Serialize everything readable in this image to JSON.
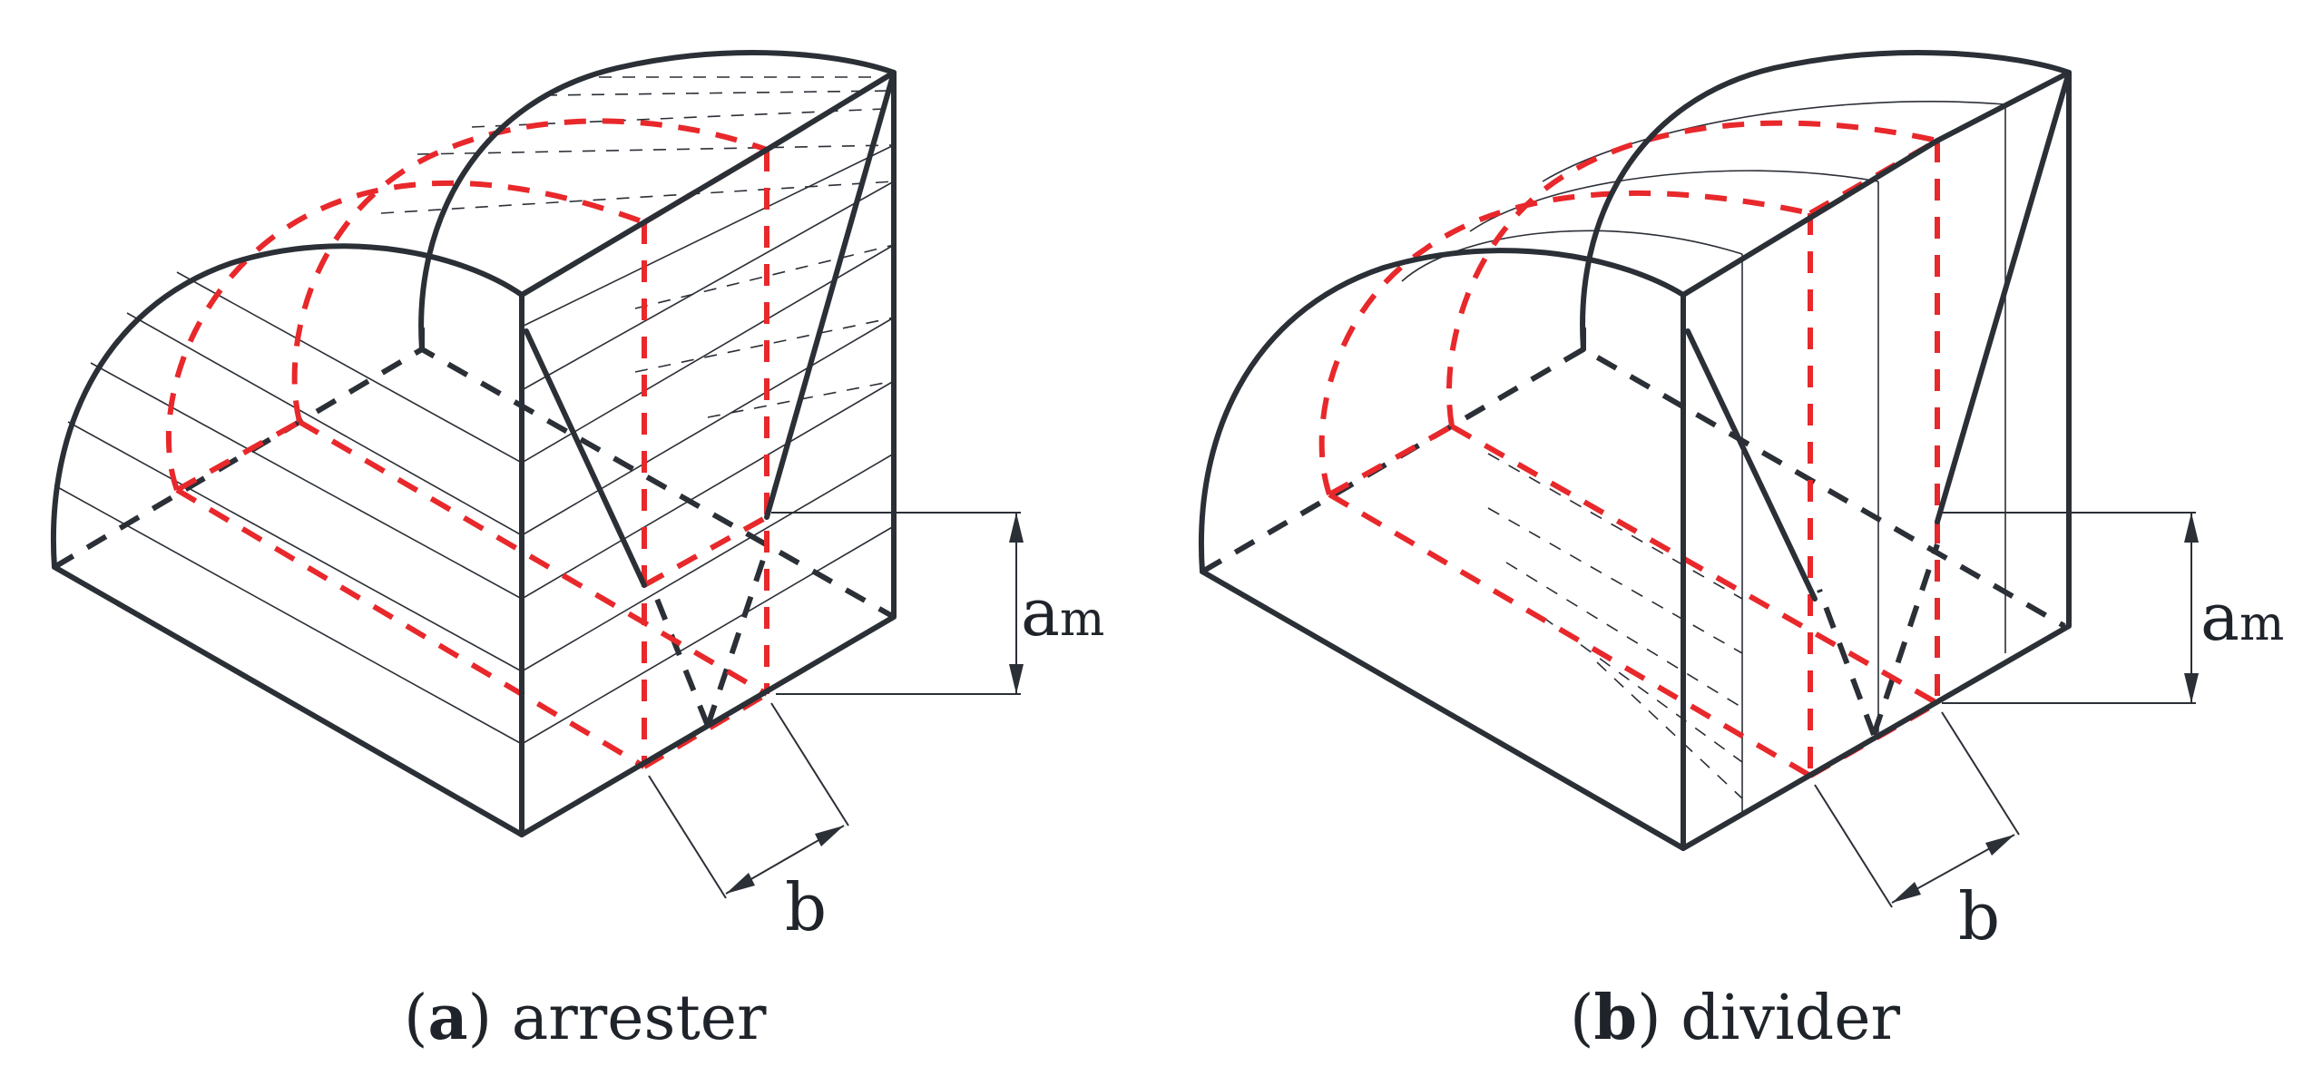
{
  "colors": {
    "outline": "#2b2f36",
    "hidden_red": "#e8282b"
  },
  "panels": [
    {
      "letter": "a",
      "caption": "arrester",
      "dimension_height": "a",
      "dimension_height_subscript": "m",
      "dimension_width": "b"
    },
    {
      "letter": "b",
      "caption": "divider",
      "dimension_height": "a",
      "dimension_height_subscript": "m",
      "dimension_width": "b"
    }
  ]
}
